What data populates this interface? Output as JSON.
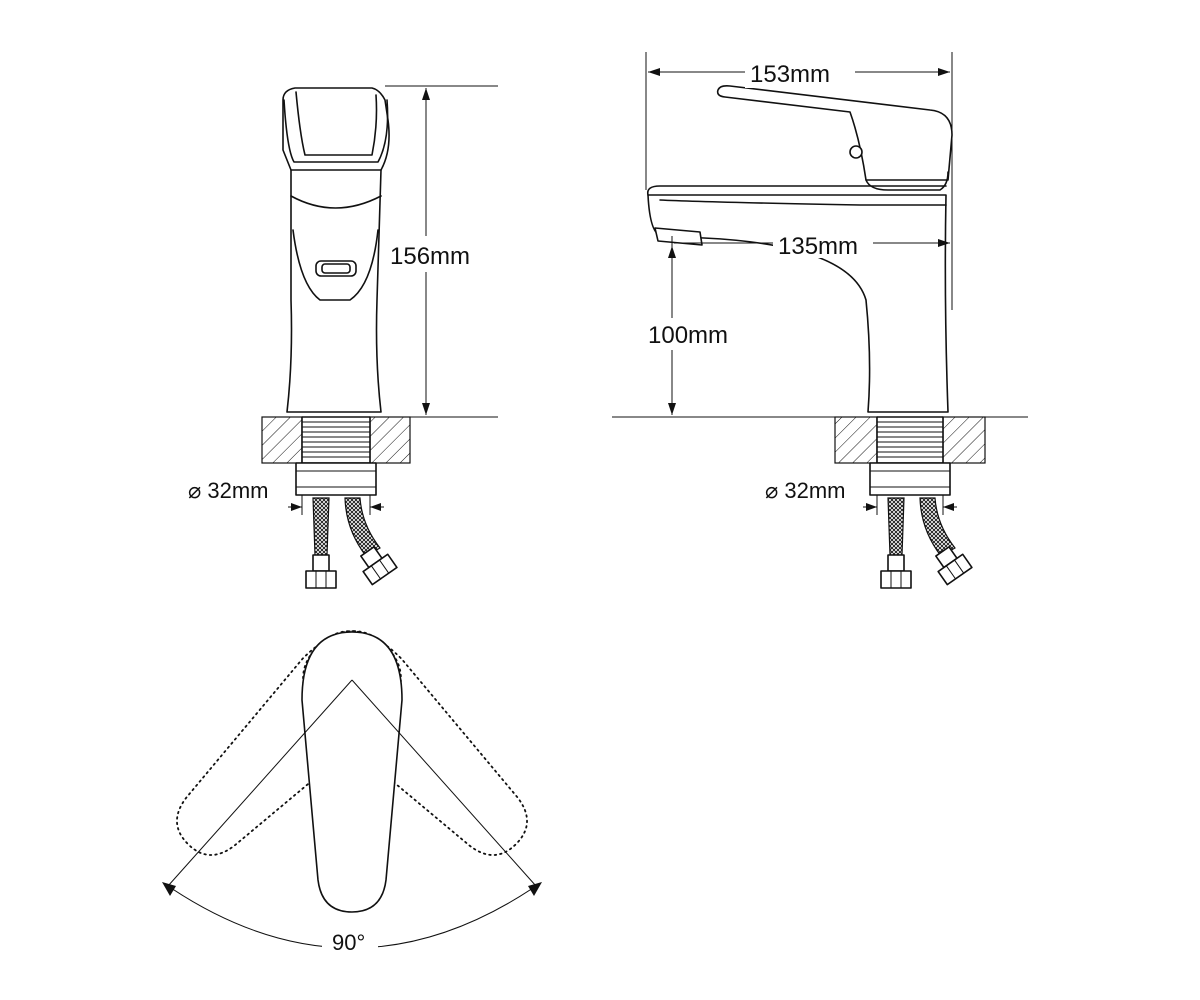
{
  "front_view": {
    "height_label": "156mm",
    "diameter_label": "⌀ 32mm"
  },
  "side_view": {
    "length_label": "153mm",
    "reach_label": "135mm",
    "spout_height_label": "100mm",
    "diameter_label": "⌀ 32mm"
  },
  "top_view": {
    "rotation_label": "90°"
  }
}
